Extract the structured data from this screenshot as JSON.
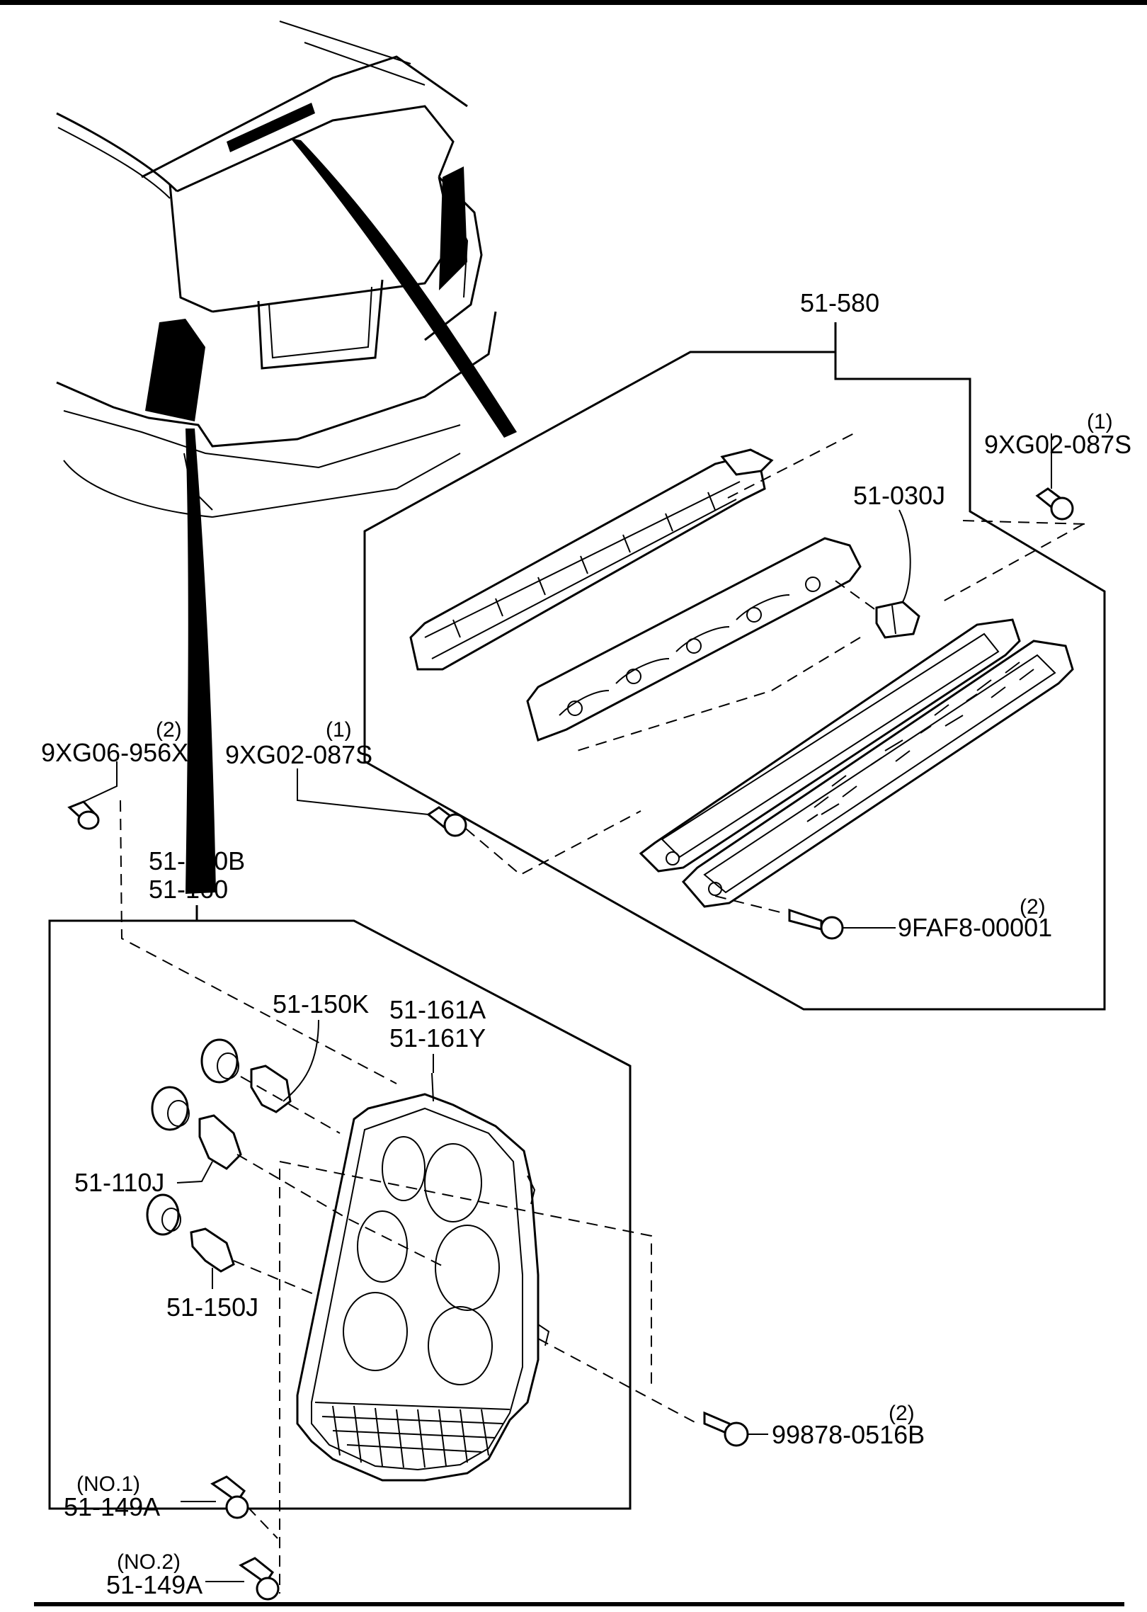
{
  "labels": {
    "high_mount_assy": "51-580",
    "screw_top_qty": "(1)",
    "screw_top": "9XG02-087S",
    "bulb_high_mount": "51-030J",
    "clip_left_qty": "(2)",
    "clip_left": "9XG06-956X0",
    "screw_mid_qty": "(1)",
    "screw_mid": "9XG02-087S",
    "tail_assy_a": "51-150B",
    "tail_assy_b": "51-160",
    "screw_hm_qty": "(2)",
    "screw_hm": "9FAF8-00001",
    "socket_k": "51-150K",
    "lens_a": "51-161A",
    "lens_y": "51-161Y",
    "bulb_110j": "51-110J",
    "bulb_150j": "51-150J",
    "screw_tail_qty": "(2)",
    "screw_tail": "99878-0516B",
    "grommet1_note": "(NO.1)",
    "grommet1": "51-149A",
    "grommet2_note": "(NO.2)",
    "grommet2": "51-149A"
  }
}
